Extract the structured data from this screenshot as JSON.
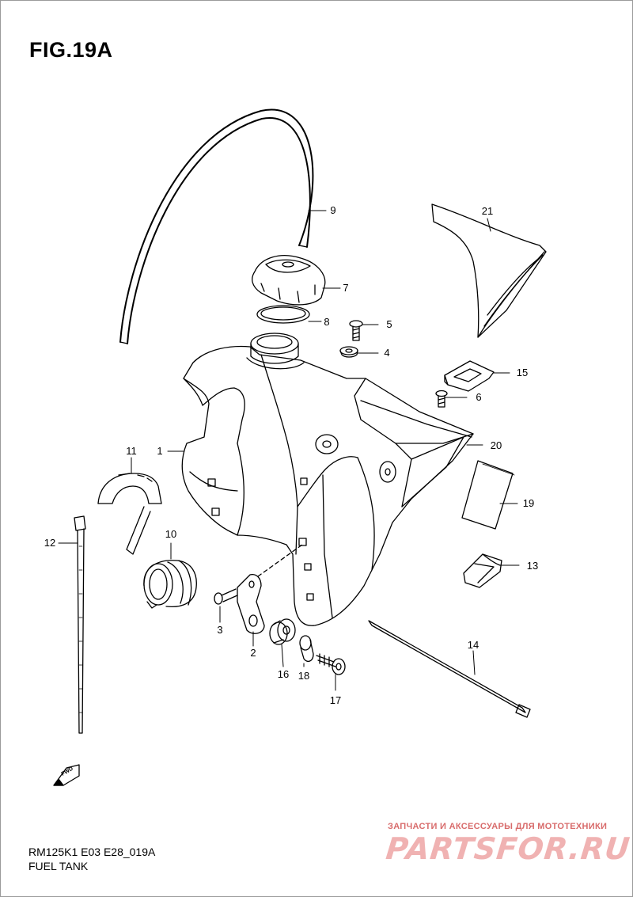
{
  "figure": {
    "title": "FIG.19A"
  },
  "callouts": [
    {
      "num": "1",
      "part": "fuel-tank"
    },
    {
      "num": "2",
      "part": "tank-bracket"
    },
    {
      "num": "3",
      "part": "bracket-bolt"
    },
    {
      "num": "4",
      "part": "washer"
    },
    {
      "num": "5",
      "part": "screw"
    },
    {
      "num": "6",
      "part": "screw"
    },
    {
      "num": "7",
      "part": "fuel-cap"
    },
    {
      "num": "8",
      "part": "cap-gasket"
    },
    {
      "num": "9",
      "part": "breather-hose"
    },
    {
      "num": "10",
      "part": "cushion-ring"
    },
    {
      "num": "11",
      "part": "tank-cushion"
    },
    {
      "num": "12",
      "part": "cable-tie"
    },
    {
      "num": "13",
      "part": "cushion-pad"
    },
    {
      "num": "14",
      "part": "cable-tie"
    },
    {
      "num": "15",
      "part": "holder"
    },
    {
      "num": "16",
      "part": "grommet"
    },
    {
      "num": "17",
      "part": "mount-bolt"
    },
    {
      "num": "18",
      "part": "collar"
    },
    {
      "num": "19",
      "part": "pad"
    },
    {
      "num": "20",
      "part": "tank-shroud"
    },
    {
      "num": "21",
      "part": "shroud-deflector"
    }
  ],
  "footer": {
    "model_code": "RM125K1 E03 E28_019A",
    "section": "FUEL TANK"
  },
  "fwd_badge": "FWD",
  "watermark": {
    "tagline": "ЗАПЧАСТИ И АКСЕССУАРЫ ДЛЯ МОТОТЕХНИКИ",
    "logo": "PARTSFOR.RU"
  },
  "colors": {
    "line": "#000000",
    "watermark_text": "#d86b6b",
    "watermark_logo": "#f0b2b2"
  }
}
